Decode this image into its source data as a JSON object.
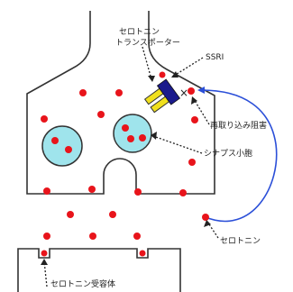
{
  "labels": {
    "serotonin_transporter_line1": "セロトニン",
    "serotonin_transporter_line2": "トランスポーター",
    "ssri": "SSRI",
    "reuptake_inhibition": "再取り込み阻害",
    "synaptic_vesicle": "シナプス小胞",
    "serotonin": "セロトニン",
    "serotonin_receptor": "セロトニン受容体"
  },
  "colors": {
    "serotonin_dot": "#e8141b",
    "vesicle_fill": "#9fe4ec",
    "ssri_body": "#1a1a8c",
    "transporter_bar": "#f0e01e",
    "reuptake_arrow": "#2b4fd8",
    "membrane": "#333333"
  },
  "icons": {
    "inhibition_mark": "×"
  }
}
